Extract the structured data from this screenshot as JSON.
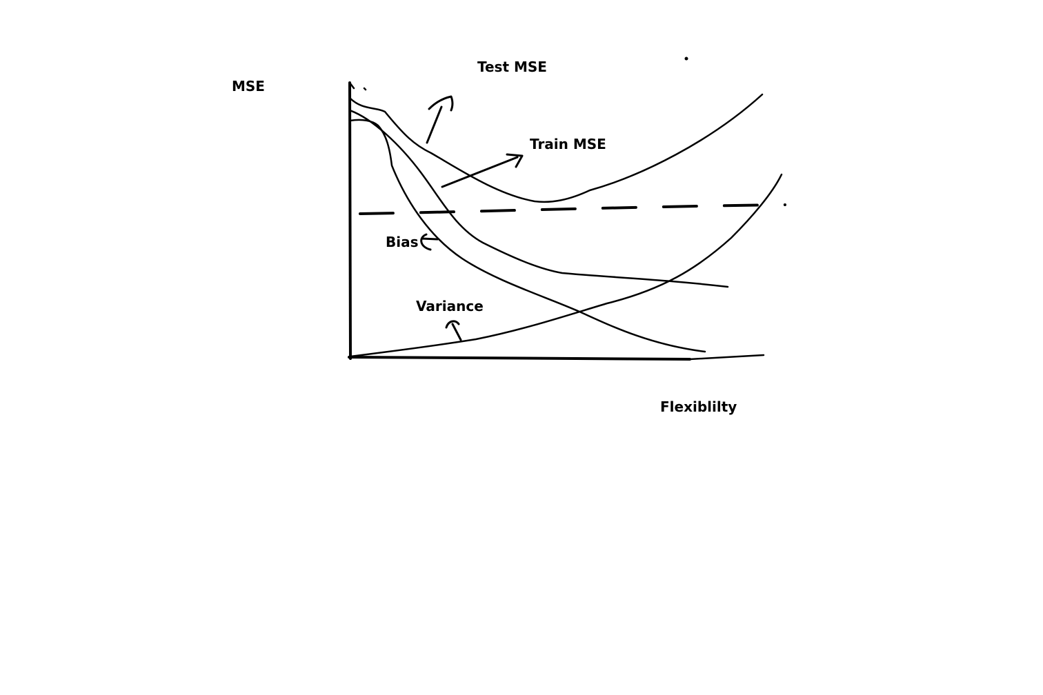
{
  "labels": {
    "y_axis": "MSE",
    "x_axis": "Flexiblilty",
    "test_mse": "Test MSE",
    "train_mse": "Train MSE",
    "bias": "Bias",
    "variance": "Variance"
  },
  "colors": {
    "ink": "#000000",
    "background": "#ffffff"
  }
}
